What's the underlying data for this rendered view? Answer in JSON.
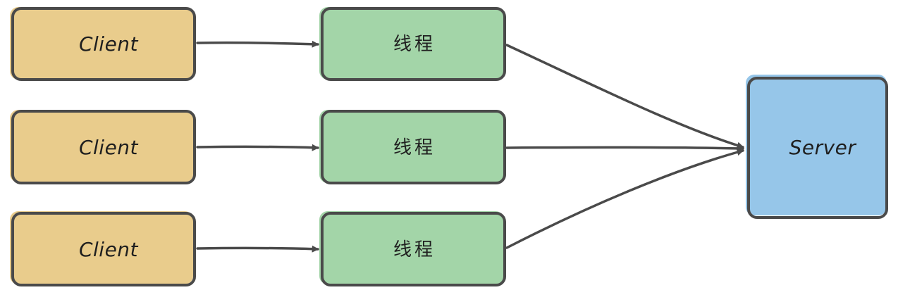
{
  "diagram": {
    "clients": [
      {
        "label": "Client"
      },
      {
        "label": "Client"
      },
      {
        "label": "Client"
      }
    ],
    "threads": [
      {
        "label": "线程"
      },
      {
        "label": "线程"
      },
      {
        "label": "线程"
      }
    ],
    "server": {
      "label": "Server"
    },
    "colors": {
      "client_fill": "#e9cc8c",
      "thread_fill": "#a3d5a8",
      "server_fill": "#96c6e9",
      "stroke": "#4a4a4a"
    }
  }
}
